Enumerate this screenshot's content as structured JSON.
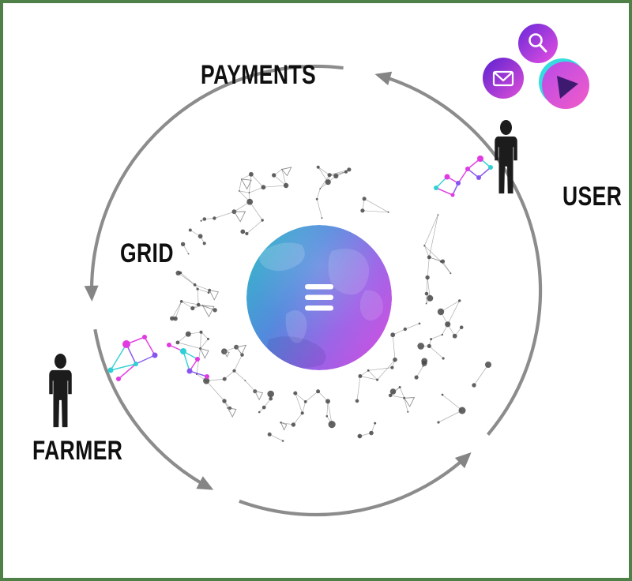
{
  "diagram": {
    "labels": {
      "payments": "PAYMENTS",
      "user": "USER",
      "grid": "GRID",
      "farmer": "FARMER"
    },
    "colors": {
      "background": "#ffffff",
      "border_green": "#4e8047",
      "arrow_gray": "#8c8c8c",
      "label_black": "#0f0f0f",
      "person_black": "#1c1c1c",
      "mesh_gray": "#5a5a5a",
      "globe_blue": "#2fb0c9",
      "globe_purple": "#cb4fe0",
      "node_magenta": "#e03ae0",
      "node_cyan": "#2fd0d4",
      "node_violet": "#8655f0",
      "app_icon_violet": "#6929d8",
      "app_icon_magenta": "#e74fe0"
    },
    "icons": {
      "apps": [
        "search-icon",
        "mail-icon",
        "play-icon"
      ],
      "people": [
        "user-person-icon",
        "farmer-person-icon"
      ],
      "center": "globe-with-threefold-logo"
    }
  }
}
